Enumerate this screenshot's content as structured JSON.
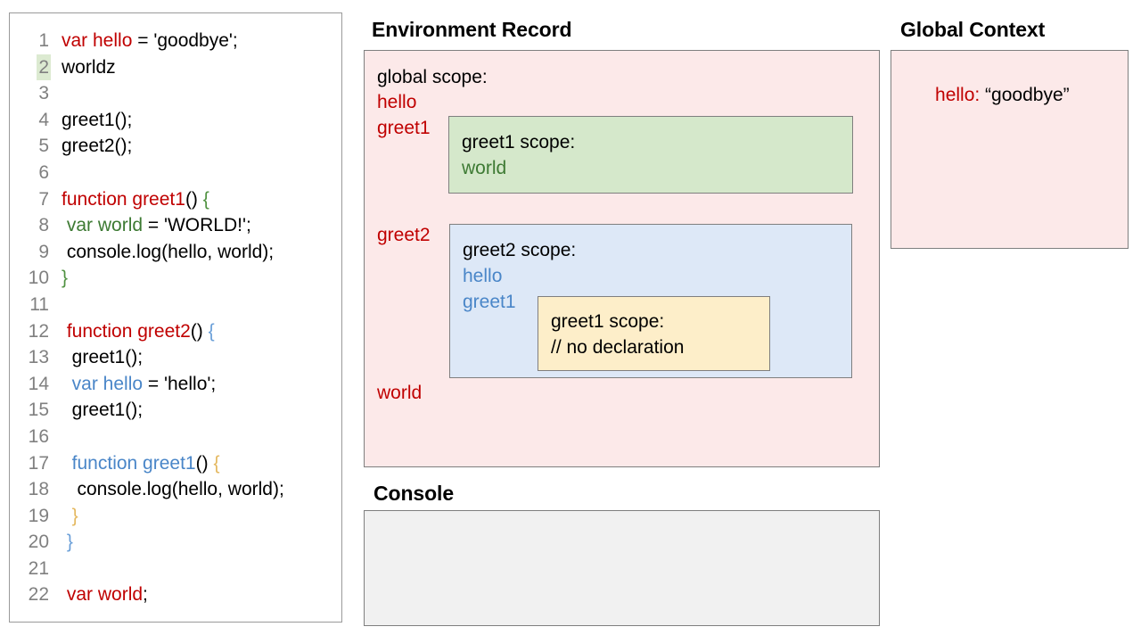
{
  "editor": {
    "highlighted_line": 2,
    "lines": [
      {
        "n": "1",
        "tokens": [
          {
            "t": "var hello",
            "c": "red"
          },
          {
            "t": " = 'goodbye';",
            "c": "black"
          }
        ]
      },
      {
        "n": "2",
        "tokens": [
          {
            "t": "worldz",
            "c": "black"
          }
        ]
      },
      {
        "n": "3",
        "tokens": [
          {
            "t": "",
            "c": "black"
          }
        ]
      },
      {
        "n": "4",
        "tokens": [
          {
            "t": "greet1();",
            "c": "black"
          }
        ]
      },
      {
        "n": "5",
        "tokens": [
          {
            "t": "greet2();",
            "c": "black"
          }
        ]
      },
      {
        "n": "6",
        "tokens": [
          {
            "t": "",
            "c": "black"
          }
        ]
      },
      {
        "n": "7",
        "tokens": [
          {
            "t": "function greet1",
            "c": "red"
          },
          {
            "t": "() ",
            "c": "black"
          },
          {
            "t": "{",
            "c": "br-green"
          }
        ]
      },
      {
        "n": "8",
        "tokens": [
          {
            "t": " ",
            "c": "black"
          },
          {
            "t": "var world",
            "c": "green"
          },
          {
            "t": " = 'WORLD!';",
            "c": "black"
          }
        ]
      },
      {
        "n": "9",
        "tokens": [
          {
            "t": " console.log(hello, world);",
            "c": "black"
          }
        ]
      },
      {
        "n": "10",
        "tokens": [
          {
            "t": "}",
            "c": "br-green"
          }
        ]
      },
      {
        "n": "11",
        "tokens": [
          {
            "t": "",
            "c": "black"
          }
        ]
      },
      {
        "n": "12",
        "tokens": [
          {
            "t": " ",
            "c": "black"
          },
          {
            "t": "function greet2",
            "c": "red"
          },
          {
            "t": "() ",
            "c": "black"
          },
          {
            "t": "{",
            "c": "br-blue"
          }
        ]
      },
      {
        "n": "13",
        "tokens": [
          {
            "t": "  greet1();",
            "c": "black"
          }
        ]
      },
      {
        "n": "14",
        "tokens": [
          {
            "t": "  ",
            "c": "black"
          },
          {
            "t": "var hello",
            "c": "blue"
          },
          {
            "t": " = 'hello';",
            "c": "black"
          }
        ]
      },
      {
        "n": "15",
        "tokens": [
          {
            "t": "  greet1();",
            "c": "black"
          }
        ]
      },
      {
        "n": "16",
        "tokens": [
          {
            "t": "",
            "c": "black"
          }
        ]
      },
      {
        "n": "17",
        "tokens": [
          {
            "t": "  ",
            "c": "black"
          },
          {
            "t": "function greet1",
            "c": "blue"
          },
          {
            "t": "() ",
            "c": "black"
          },
          {
            "t": "{",
            "c": "br-orange"
          }
        ]
      },
      {
        "n": "18",
        "tokens": [
          {
            "t": "   console.log(hello, world);",
            "c": "black"
          }
        ]
      },
      {
        "n": "19",
        "tokens": [
          {
            "t": "  ",
            "c": "black"
          },
          {
            "t": "}",
            "c": "br-orange"
          }
        ]
      },
      {
        "n": "20",
        "tokens": [
          {
            "t": " ",
            "c": "black"
          },
          {
            "t": "}",
            "c": "br-blue"
          }
        ]
      },
      {
        "n": "21",
        "tokens": [
          {
            "t": "",
            "c": "black"
          }
        ]
      },
      {
        "n": "22",
        "tokens": [
          {
            "t": " ",
            "c": "black"
          },
          {
            "t": "var world",
            "c": "red"
          },
          {
            "t": ";",
            "c": "black"
          }
        ]
      }
    ]
  },
  "environment_record": {
    "title": "Environment Record",
    "global_scope_label": "global scope:",
    "global_bindings_top": [
      "hello",
      "greet1"
    ],
    "global_binding_greet2": "greet2",
    "global_binding_world": "world",
    "greet1_scope": {
      "label": "greet1 scope:",
      "bindings": [
        "world"
      ]
    },
    "greet2_scope": {
      "label": "greet2 scope:",
      "bindings": [
        "hello",
        "greet1"
      ]
    },
    "inner_greet1_scope": {
      "label": "greet1 scope:",
      "comment": "// no declaration"
    }
  },
  "console": {
    "title": "Console",
    "output": ""
  },
  "global_context": {
    "title": "Global Context",
    "entries": [
      {
        "key": "hello:",
        "value": " “goodbye”"
      }
    ]
  },
  "colors": {
    "red": "#c00000",
    "green": "#3d7a33",
    "blue": "#4a86c8",
    "orange": "#e8bb5c",
    "pink_bg": "#fce9e9",
    "green_bg": "#d5e8cb",
    "blue_bg": "#dde8f7",
    "yellow_bg": "#fdeec9",
    "console_bg": "#f1f1f1",
    "border": "#7f7f7f",
    "highlight_line": "#dcead1"
  }
}
